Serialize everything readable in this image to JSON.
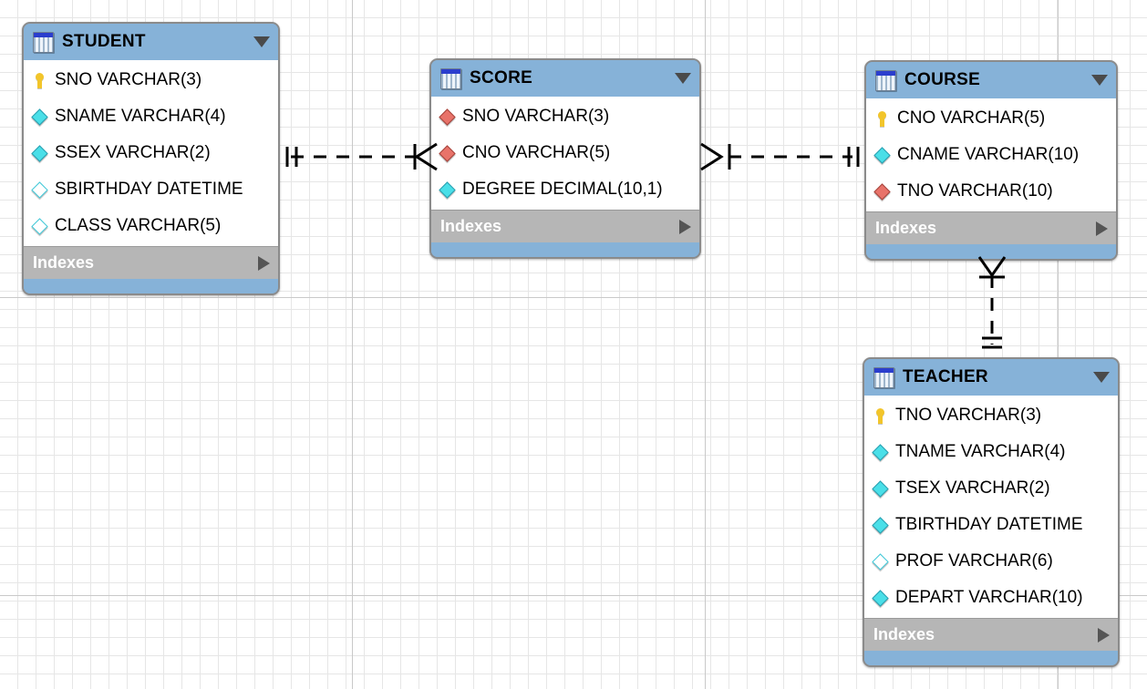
{
  "app": {
    "kind": "er-diagram-canvas",
    "background": "#ffffff",
    "grid_color": "#e6e6e6",
    "grid_major_color": "#c9c9c9",
    "header_color": "#86b2d8",
    "indexes_bar_color": "#b6b6b6",
    "border_color": "#8b8b8b"
  },
  "legend": {
    "primary_key_icon": "yellow-key-icon",
    "not_null_icon": "cyan-diamond-icon",
    "nullable_icon": "hollow-diamond-icon",
    "foreign_key_icon": "red-diamond-icon",
    "table_icon": "table-icon",
    "collapse_icon": "chevron-down-icon",
    "expand_icon": "chevron-right-icon"
  },
  "tables": [
    {
      "name": "STUDENT",
      "indexes_label": "Indexes",
      "columns": [
        {
          "label": "SNO VARCHAR(3)",
          "icon": "key"
        },
        {
          "label": "SNAME VARCHAR(4)",
          "icon": "cyan"
        },
        {
          "label": "SSEX VARCHAR(2)",
          "icon": "cyan"
        },
        {
          "label": "SBIRTHDAY DATETIME",
          "icon": "hollow"
        },
        {
          "label": "CLASS VARCHAR(5)",
          "icon": "hollow"
        }
      ]
    },
    {
      "name": "SCORE",
      "indexes_label": "Indexes",
      "columns": [
        {
          "label": "SNO VARCHAR(3)",
          "icon": "red"
        },
        {
          "label": "CNO VARCHAR(5)",
          "icon": "red"
        },
        {
          "label": "DEGREE DECIMAL(10,1)",
          "icon": "cyan"
        }
      ]
    },
    {
      "name": "COURSE",
      "indexes_label": "Indexes",
      "columns": [
        {
          "label": "CNO VARCHAR(5)",
          "icon": "key"
        },
        {
          "label": "CNAME VARCHAR(10)",
          "icon": "cyan"
        },
        {
          "label": "TNO VARCHAR(10)",
          "icon": "red"
        }
      ]
    },
    {
      "name": "TEACHER",
      "indexes_label": "Indexes",
      "columns": [
        {
          "label": "TNO VARCHAR(3)",
          "icon": "key"
        },
        {
          "label": "TNAME VARCHAR(4)",
          "icon": "cyan"
        },
        {
          "label": "TSEX VARCHAR(2)",
          "icon": "cyan"
        },
        {
          "label": "TBIRTHDAY DATETIME",
          "icon": "cyan"
        },
        {
          "label": "PROF VARCHAR(6)",
          "icon": "hollow"
        },
        {
          "label": "DEPART VARCHAR(10)",
          "icon": "cyan"
        }
      ]
    }
  ],
  "relationships": [
    {
      "from": "STUDENT",
      "to": "SCORE",
      "from_cardinality": "one",
      "to_cardinality": "many",
      "line": "dashed"
    },
    {
      "from": "COURSE",
      "to": "SCORE",
      "from_cardinality": "one",
      "to_cardinality": "many",
      "line": "dashed"
    },
    {
      "from": "TEACHER",
      "to": "COURSE",
      "from_cardinality": "one",
      "to_cardinality": "many",
      "line": "dashed"
    }
  ]
}
